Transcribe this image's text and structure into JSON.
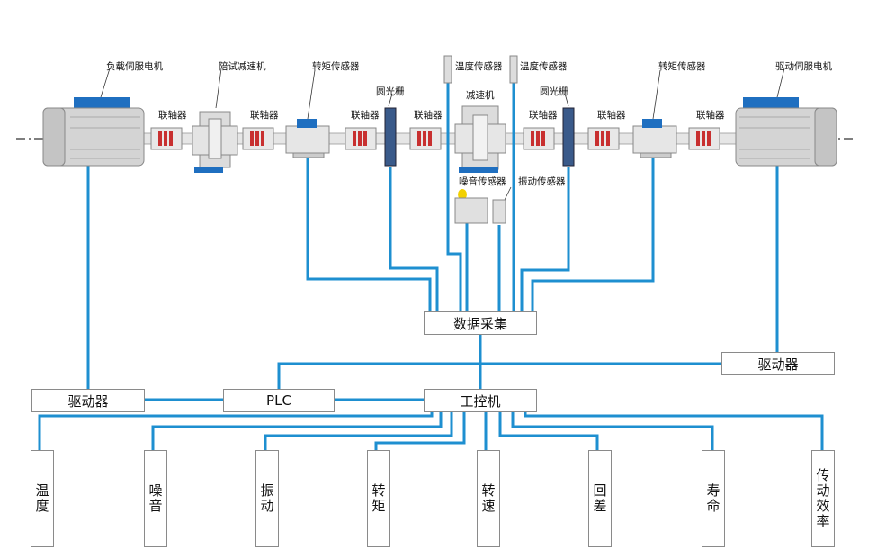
{
  "components": {
    "load_motor": "负载伺服电机",
    "reducer_aux": "陪试减速机",
    "torque_sensor": "转矩传感器",
    "grating": "圆光栅",
    "temp_sensor": "温度传感器",
    "reducer": "减速机",
    "drive_motor": "驱动伺服电机",
    "coupling": "联轴器",
    "noise_sensor": "噪音传感器",
    "vibration_sensor": "振动传感器"
  },
  "boxes": {
    "daq": "数据采集",
    "driver_right": "驱动器",
    "driver_left": "驱动器",
    "plc": "PLC",
    "ipc": "工控机"
  },
  "outputs": [
    "温度",
    "噪音",
    "振动",
    "转矩",
    "转速",
    "回差",
    "寿命",
    "传动效率"
  ],
  "colors": {
    "wire": "#1e8fd0",
    "motor_blue": "#1f6fc0",
    "machine_gray": "#d8d8d8",
    "coupling_red": "#c83030",
    "grating_blue": "#3a5a8a"
  }
}
